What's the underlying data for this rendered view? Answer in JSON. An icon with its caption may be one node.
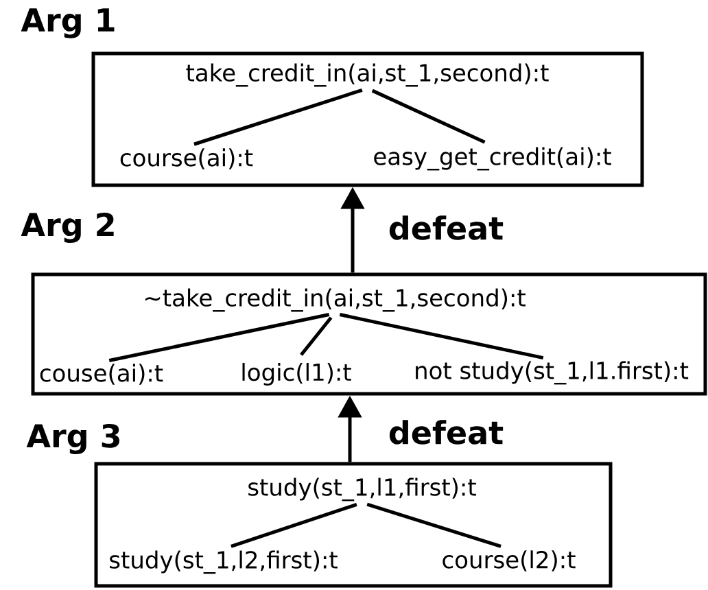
{
  "diagram": {
    "nodes": [
      {
        "text": [
          "Arg 1"
        ]
      },
      {
        "text": [
          "take_credit_in(ai,st_1,second):t"
        ],
        "in": 0
      },
      {
        "text": [
          "course(ai):t"
        ],
        "in": 0
      },
      {
        "text": [
          "easy_get_credit(ai):t"
        ],
        "in": 0
      },
      {
        "text": [
          "Arg 2"
        ]
      },
      {
        "text": [
          "~take_credit_in(ai,st_1,second):t"
        ],
        "in": 4
      },
      {
        "text": [
          "couse(ai):t"
        ],
        "in": 4
      },
      {
        "text": [
          "logic(l1):t"
        ],
        "in": 4
      },
      {
        "text": [
          "not study(st_1,l1.first):t"
        ],
        "in": 4
      },
      {
        "text": [
          "Arg 3"
        ]
      },
      {
        "text": [
          "study(st_1,l1,first):t"
        ],
        "in": 9
      },
      {
        "text": [
          "study(st_1,l2,first):t"
        ],
        "in": 9
      },
      {
        "text": [
          "course(l2):t"
        ],
        "in": 9
      }
    ],
    "edges": [
      {
        "from": 1,
        "to": 2,
        "arrow": "none"
      },
      {
        "from": 1,
        "to": 3,
        "arrow": "none"
      },
      {
        "from": 4,
        "to": 0,
        "arrow": "to",
        "label": "defeat"
      },
      {
        "from": 5,
        "to": 6,
        "arrow": "none"
      },
      {
        "from": 5,
        "to": 7,
        "arrow": "none"
      },
      {
        "from": 5,
        "to": 8,
        "arrow": "none"
      },
      {
        "from": 9,
        "to": 4,
        "arrow": "to",
        "label": "defeat"
      },
      {
        "from": 10,
        "to": 11,
        "arrow": "none"
      },
      {
        "from": 10,
        "to": 12,
        "arrow": "none"
      }
    ]
  }
}
